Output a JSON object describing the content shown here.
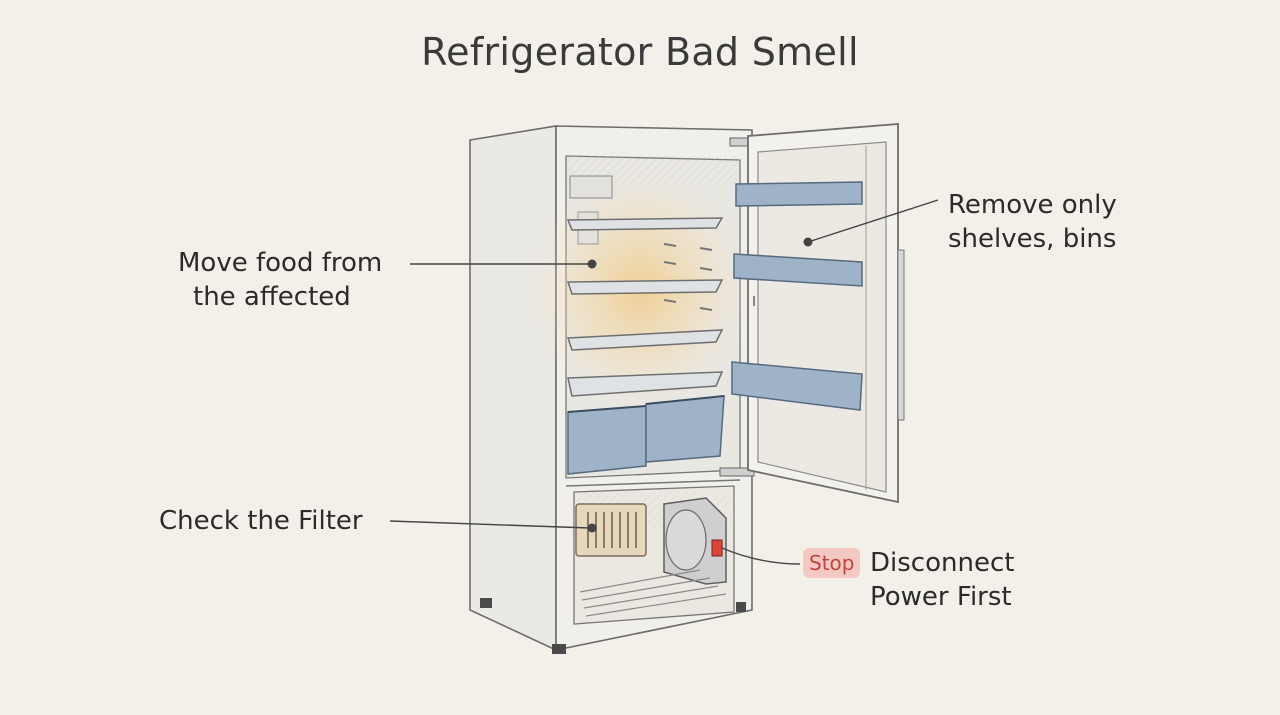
{
  "title": "Refrigerator Bad Smell",
  "callouts": {
    "move_food": {
      "line1": "Move food from",
      "line2": "the affected"
    },
    "remove_shelves": {
      "line1": "Remove only",
      "line2": "shelves, bins"
    },
    "check_filter": {
      "line1": "Check the Filter"
    },
    "disconnect_power": {
      "badge": "Stop",
      "line1": "Disconnect",
      "line2": "Power First"
    }
  },
  "colors": {
    "background": "#f3f0e9",
    "stop_badge_bg": "#f4c9c4",
    "stop_badge_text": "#c0453e",
    "bin_blue": "#9fb3c8",
    "smell_glow": "#f3c77a"
  },
  "icons": [
    "refrigerator-icon",
    "filter-icon",
    "power-switch-icon"
  ]
}
